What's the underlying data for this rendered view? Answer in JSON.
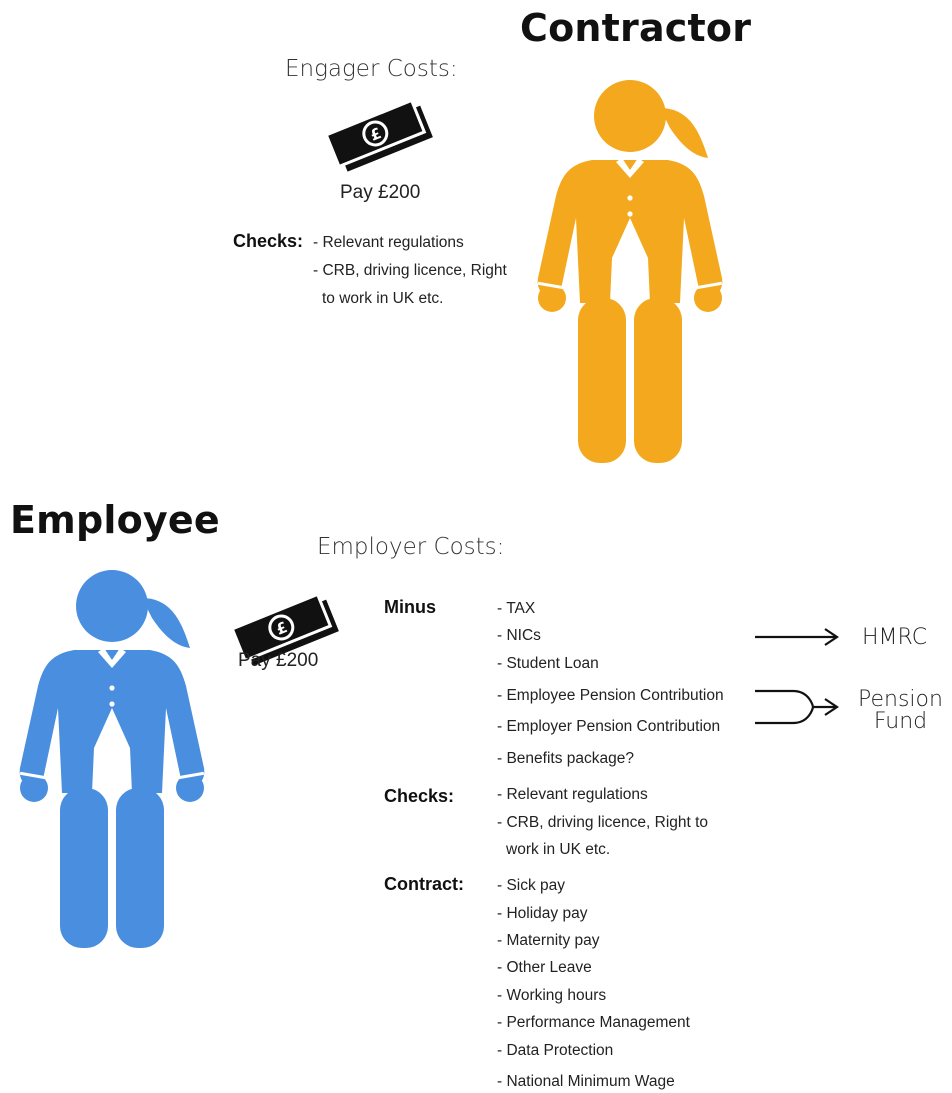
{
  "contractor": {
    "title": "Contractor",
    "costs_heading": "Engager Costs:",
    "pay": "Pay £200",
    "checks_label": "Checks:",
    "checks": [
      "- Relevant regulations",
      "- CRB, driving licence,  Right",
      "to work in UK etc."
    ],
    "figure_color": "#F4A81D"
  },
  "employee": {
    "title": "Employee",
    "costs_heading": "Employer Costs:",
    "pay": "Pay £200",
    "figure_color": "#4A8FDF",
    "minus_label": "Minus",
    "minus": [
      "- TAX",
      "- NICs",
      "- Student Loan",
      "- Employee Pension Contribution",
      "- Employer Pension Contribution",
      "- Benefits package?"
    ],
    "checks_label": "Checks:",
    "checks": [
      "- Relevant regulations",
      "- CRB, driving licence, Right to",
      "work in UK etc."
    ],
    "contract_label": "Contract:",
    "contract": [
      "- Sick pay",
      "- Holiday pay",
      "- Maternity pay",
      "- Other Leave",
      "- Working hours",
      "- Performance Management",
      "- Data Protection",
      "- National Minimum Wage"
    ]
  },
  "destinations": {
    "hmrc": "HMRC",
    "pension_line1": "Pension",
    "pension_line2": "Fund"
  },
  "icons": {
    "banknote": "pound-banknote-icon",
    "person": "woman-figure-icon"
  }
}
